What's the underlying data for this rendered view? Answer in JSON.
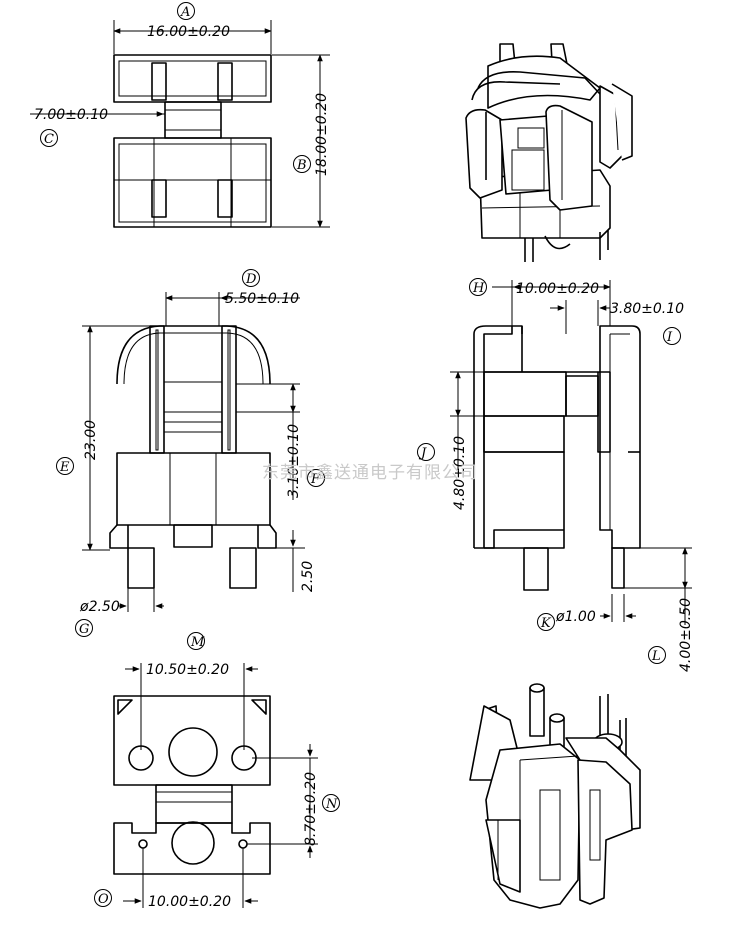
{
  "labels": {
    "A": "A",
    "B": "B",
    "C": "C",
    "D": "D",
    "E": "E",
    "F": "F",
    "G": "G",
    "H": "H",
    "I": "I",
    "J": "J",
    "K": "K",
    "L": "L",
    "M": "M",
    "N": "N",
    "O": "O"
  },
  "dims": {
    "A": "16.00±0.20",
    "B": "18.00±0.20",
    "C": "7.00±0.10",
    "D": "5.50±0.10",
    "E": "23.00",
    "F": "3.10±0.10",
    "F2": "2.50",
    "G": "ø2.50",
    "H": "10.00±0.20",
    "I": "3.80±0.10",
    "J": "4.80±0.10",
    "K": "ø1.00",
    "L": "4.00±0.50",
    "M": "10.50±0.20",
    "N": "8.70±0.20",
    "O": "10.00±0.20"
  },
  "watermark": "东莞市鑫送通电子有限公司"
}
